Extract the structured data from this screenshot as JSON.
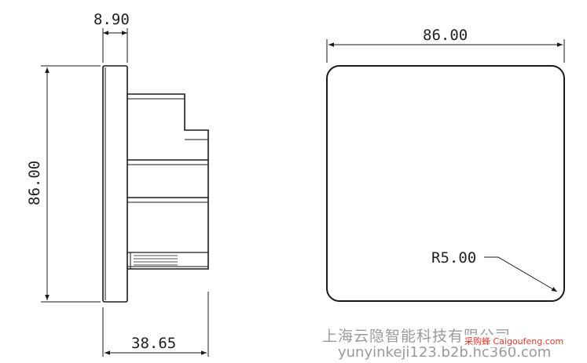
{
  "dimensions": {
    "thickness": "8.90",
    "height": "86.00",
    "depth": "38.65",
    "width": "86.00",
    "corner_radius": "R5.00"
  },
  "watermark": {
    "company": "上海云隐智能科技有限公司",
    "url": "yunyinkeji123.b2b.hc360.com",
    "logo": "采购蜂 Caigoufeng.com"
  },
  "colors": {
    "line": "#1a1a1a",
    "watermark_text": "#9a9a9a",
    "logo": "#e8352a"
  }
}
